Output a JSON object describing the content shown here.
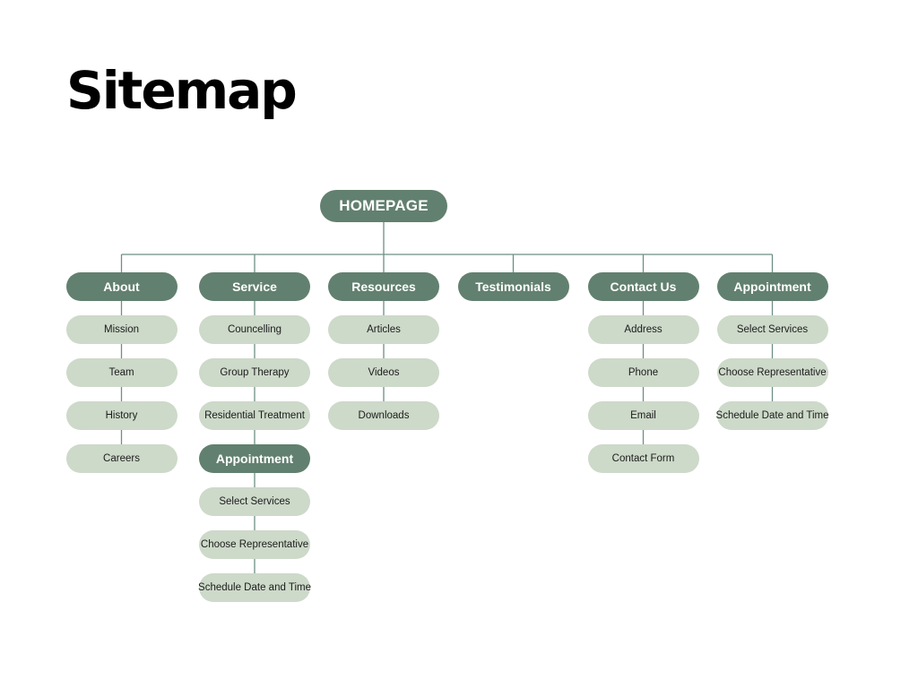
{
  "title": "Sitemap",
  "colors": {
    "section_fill": "#62806f",
    "leaf_fill": "#cdd9c9",
    "connector": "#6e8f84"
  },
  "root": "HOMEPAGE",
  "sections": [
    {
      "label": "About",
      "children": [
        {
          "label": "Mission"
        },
        {
          "label": "Team"
        },
        {
          "label": "History"
        },
        {
          "label": "Careers"
        }
      ]
    },
    {
      "label": "Service",
      "children": [
        {
          "label": "Councelling"
        },
        {
          "label": "Group Therapy"
        },
        {
          "label": "Residential Treatment"
        },
        {
          "label": "Appointment",
          "kind": "section"
        },
        {
          "label": "Select Services"
        },
        {
          "label": "Choose Representative"
        },
        {
          "label": "Schedule Date and Time"
        }
      ]
    },
    {
      "label": "Resources",
      "children": [
        {
          "label": "Articles"
        },
        {
          "label": "Videos"
        },
        {
          "label": "Downloads"
        }
      ]
    },
    {
      "label": "Testimonials",
      "children": []
    },
    {
      "label": "Contact Us",
      "children": [
        {
          "label": "Address"
        },
        {
          "label": "Phone"
        },
        {
          "label": "Email"
        },
        {
          "label": "Contact Form"
        }
      ]
    },
    {
      "label": "Appointment",
      "children": [
        {
          "label": "Select Services"
        },
        {
          "label": "Choose Representative"
        },
        {
          "label": "Schedule Date and Time"
        }
      ]
    }
  ]
}
